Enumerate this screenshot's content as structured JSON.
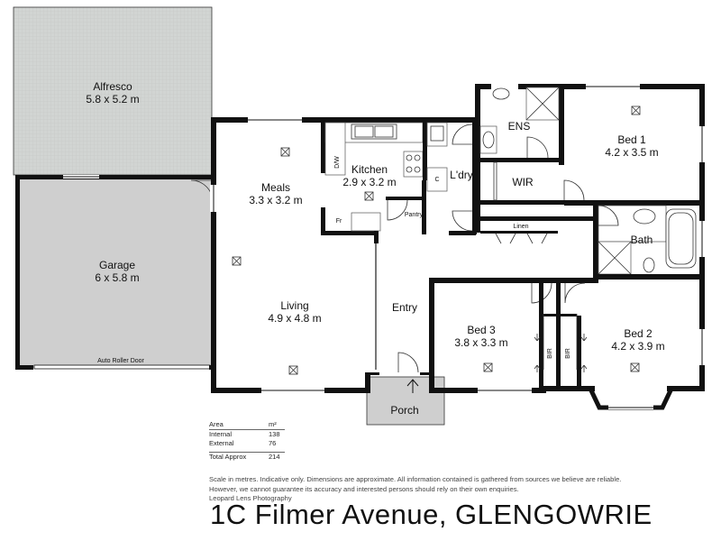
{
  "rooms": {
    "alfresco": {
      "name": "Alfresco",
      "dims": "5.8 x 5.2 m"
    },
    "garage": {
      "name": "Garage",
      "dims": "6 x 5.8 m"
    },
    "meals": {
      "name": "Meals",
      "dims": "3.3 x 3.2 m"
    },
    "kitchen": {
      "name": "Kitchen",
      "dims": "2.9 x 3.2 m"
    },
    "laundry": {
      "name": "L'dry"
    },
    "ensuite": {
      "name": "ENS"
    },
    "bed1": {
      "name": "Bed 1",
      "dims": "4.2 x 3.5 m"
    },
    "wir": {
      "name": "WIR"
    },
    "linen": {
      "name": "Linen"
    },
    "bath": {
      "name": "Bath"
    },
    "living": {
      "name": "Living",
      "dims": "4.9 x 4.8 m"
    },
    "entry": {
      "name": "Entry"
    },
    "bed3": {
      "name": "Bed 3",
      "dims": "3.8 x 3.3 m"
    },
    "bed2": {
      "name": "Bed 2",
      "dims": "4.2 x 3.9 m"
    },
    "porch": {
      "name": "Porch"
    }
  },
  "fixtures": {
    "pantry": "Pantry",
    "fridge": "Fr",
    "dishwasher": "D/W",
    "cupboard": "C",
    "bir": "BIR",
    "auto_roller_door": "Auto Roller Door"
  },
  "area_table": {
    "header_label": "Area",
    "header_unit": "m²",
    "internal_label": "Internal",
    "internal_value": "138",
    "external_label": "External",
    "external_value": "76",
    "total_label": "Total Approx",
    "total_value": "214"
  },
  "disclaimer": {
    "line1": "Scale in metres. Indicative only. Dimensions are approximate. All information contained is gathered from sources we believe are reliable.",
    "line2": "However, we cannot guarantee its accuracy and interested persons should rely on their own enquiries.",
    "line3": "Leopard Lens Photography"
  },
  "address": "1C Filmer Avenue, GLENGOWRIE",
  "colors": {
    "wall": "#111111",
    "alfresco_fill": "#d2d5d3",
    "garage_fill": "#cfcfcf",
    "porch_fill": "#cfcfcf"
  }
}
